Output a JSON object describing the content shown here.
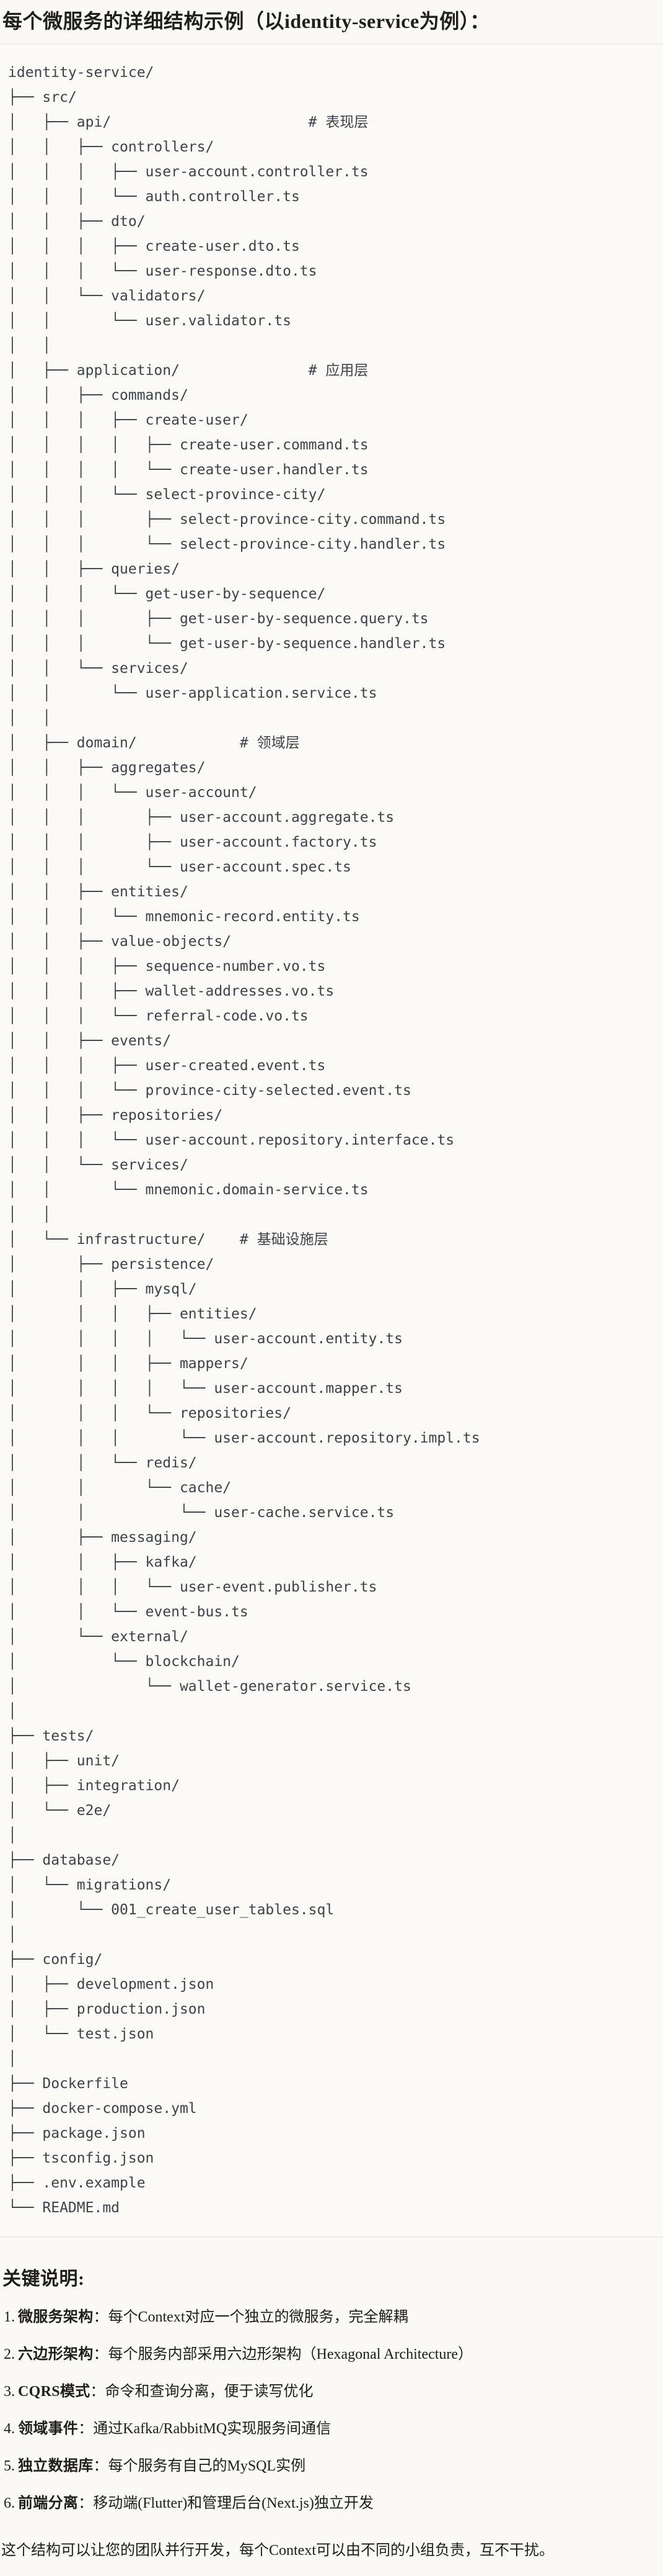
{
  "title": "每个微服务的详细结构示例（以identity-service为例）：",
  "tree": {
    "root": "identity-service/",
    "layer_comments": [
      "# 表现层",
      "# 应用层",
      "# 领域层",
      "# 基础设施层"
    ],
    "text": "identity-service/\n├── src/\n│   ├── api/                       # 表现层\n│   │   ├── controllers/\n│   │   │   ├── user-account.controller.ts\n│   │   │   └── auth.controller.ts\n│   │   ├── dto/\n│   │   │   ├── create-user.dto.ts\n│   │   │   └── user-response.dto.ts\n│   │   └── validators/\n│   │       └── user.validator.ts\n│   │\n│   ├── application/               # 应用层\n│   │   ├── commands/\n│   │   │   ├── create-user/\n│   │   │   │   ├── create-user.command.ts\n│   │   │   │   └── create-user.handler.ts\n│   │   │   └── select-province-city/\n│   │   │       ├── select-province-city.command.ts\n│   │   │       └── select-province-city.handler.ts\n│   │   ├── queries/\n│   │   │   └── get-user-by-sequence/\n│   │   │       ├── get-user-by-sequence.query.ts\n│   │   │       └── get-user-by-sequence.handler.ts\n│   │   └── services/\n│   │       └── user-application.service.ts\n│   │\n│   ├── domain/            # 领域层\n│   │   ├── aggregates/\n│   │   │   └── user-account/\n│   │   │       ├── user-account.aggregate.ts\n│   │   │       ├── user-account.factory.ts\n│   │   │       └── user-account.spec.ts\n│   │   ├── entities/\n│   │   │   └── mnemonic-record.entity.ts\n│   │   ├── value-objects/\n│   │   │   ├── sequence-number.vo.ts\n│   │   │   ├── wallet-addresses.vo.ts\n│   │   │   └── referral-code.vo.ts\n│   │   ├── events/\n│   │   │   ├── user-created.event.ts\n│   │   │   └── province-city-selected.event.ts\n│   │   ├── repositories/\n│   │   │   └── user-account.repository.interface.ts\n│   │   └── services/\n│   │       └── mnemonic.domain-service.ts\n│   │\n│   └── infrastructure/    # 基础设施层\n│       ├── persistence/\n│       │   ├── mysql/\n│       │   │   ├── entities/\n│       │   │   │   └── user-account.entity.ts\n│       │   │   ├── mappers/\n│       │   │   │   └── user-account.mapper.ts\n│       │   │   └── repositories/\n│       │   │       └── user-account.repository.impl.ts\n│       │   └── redis/\n│       │       └── cache/\n│       │           └── user-cache.service.ts\n│       ├── messaging/\n│       │   ├── kafka/\n│       │   │   └── user-event.publisher.ts\n│       │   └── event-bus.ts\n│       └── external/\n│           └── blockchain/\n│               └── wallet-generator.service.ts\n│\n├── tests/\n│   ├── unit/\n│   ├── integration/\n│   └── e2e/\n│\n├── database/\n│   └── migrations/\n│       └── 001_create_user_tables.sql\n│\n├── config/\n│   ├── development.json\n│   ├── production.json\n│   └── test.json\n│\n├── Dockerfile\n├── docker-compose.yml\n├── package.json\n├── tsconfig.json\n├── .env.example\n└── README.md"
  },
  "notes": {
    "heading": "关键说明:",
    "colon": "：",
    "items": [
      {
        "num": "1.",
        "term": "微服务架构",
        "text": "每个Context对应一个独立的微服务，完全解耦"
      },
      {
        "num": "2.",
        "term": "六边形架构",
        "text": "每个服务内部采用六边形架构（Hexagonal Architecture）"
      },
      {
        "num": "3.",
        "term": "CQRS模式",
        "text": "命令和查询分离，便于读写优化"
      },
      {
        "num": "4.",
        "term": "领域事件",
        "text": "通过Kafka/RabbitMQ实现服务间通信"
      },
      {
        "num": "5.",
        "term": "独立数据库",
        "text": "每个服务有自己的MySQL实例"
      },
      {
        "num": "6.",
        "term": "前端分离",
        "text": "移动端(Flutter)和管理后台(Next.js)独立开发"
      }
    ]
  },
  "closing": "这个结构可以让您的团队并行开发，每个Context可以由不同的小组负责，互不干扰。",
  "colors": {
    "page_background": "#faf9f5",
    "code_background": "#fbfaf7",
    "code_border": "#e4e2da",
    "code_text": "#3d434b",
    "body_text": "#1f1e1b"
  }
}
